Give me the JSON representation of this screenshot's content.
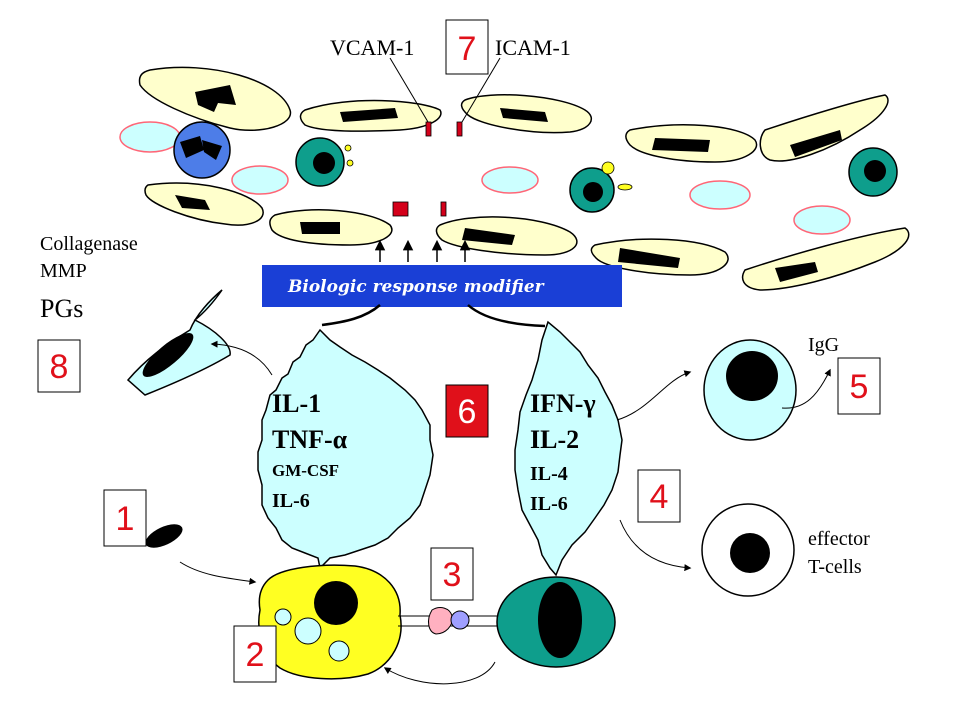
{
  "colors": {
    "endothelial_fill": "#ffffcc",
    "nucleus": "#000000",
    "rbc_fill": "#ccffff",
    "rbc_stroke": "#ff6677",
    "blue_cell": "#4d7de8",
    "teal_cell": "#0e9e8c",
    "yellow_cell": "#ffff22",
    "light_cyan": "#ccffff",
    "bar_blue": "#1a3fd6",
    "number_red": "#e0101a",
    "adhesion_red": "#d4001a"
  },
  "adhesion": {
    "vcam": "VCAM-1",
    "icam": "ICAM-1"
  },
  "steps": {
    "s1": "1",
    "s2": "2",
    "s3": "3",
    "s4": "4",
    "s5": "5",
    "s6": "6",
    "s7": "7",
    "s8": "8"
  },
  "banner": "Biologic response modifier",
  "fibroblast_products": {
    "line1": "Collagenase",
    "line2": "MMP",
    "line3": "PGs"
  },
  "macrophage_cytokines": {
    "c1": "IL-1",
    "c2": "TNF-",
    "c2_symbol": "α",
    "c3": "GM-CSF",
    "c4": "IL-6"
  },
  "tcell_cytokines": {
    "c1": "IFN-",
    "c1_symbol": "γ",
    "c2": "IL-2",
    "c3": "IL-4",
    "c4": "IL-6"
  },
  "bcell_product": "IgG",
  "effector": {
    "line1": "effector",
    "line2": "T-cells"
  },
  "icons": [
    "endothelial-cell",
    "red-blood-cell",
    "neutrophil",
    "monocyte",
    "macrophage",
    "t-cell",
    "b-cell",
    "effector-t-cell",
    "fibroblast",
    "antigen",
    "arrow"
  ]
}
